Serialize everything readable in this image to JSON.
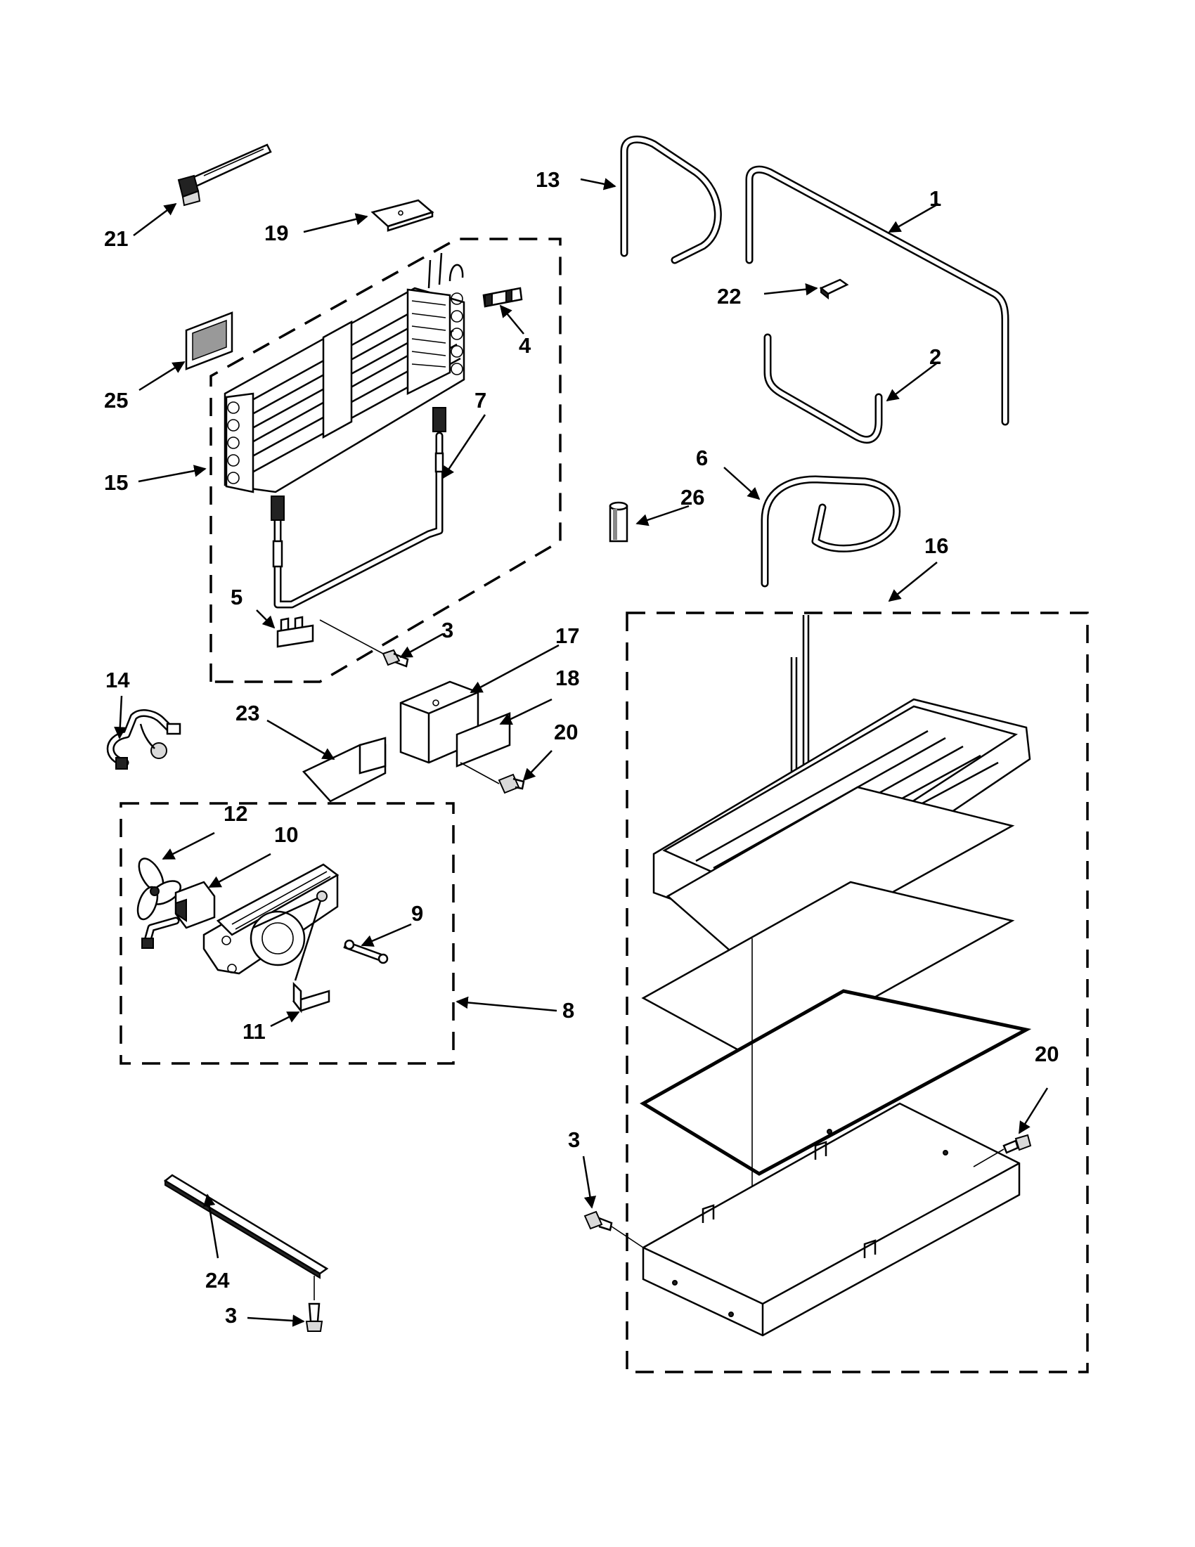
{
  "callouts": [
    {
      "id": "c1",
      "label": "1"
    },
    {
      "id": "c2",
      "label": "2"
    },
    {
      "id": "c3a",
      "label": "3"
    },
    {
      "id": "c3b",
      "label": "3"
    },
    {
      "id": "c3c",
      "label": "3"
    },
    {
      "id": "c4",
      "label": "4"
    },
    {
      "id": "c5",
      "label": "5"
    },
    {
      "id": "c6",
      "label": "6"
    },
    {
      "id": "c7",
      "label": "7"
    },
    {
      "id": "c8",
      "label": "8"
    },
    {
      "id": "c9",
      "label": "9"
    },
    {
      "id": "c10",
      "label": "10"
    },
    {
      "id": "c11",
      "label": "11"
    },
    {
      "id": "c12",
      "label": "12"
    },
    {
      "id": "c13",
      "label": "13"
    },
    {
      "id": "c14",
      "label": "14"
    },
    {
      "id": "c15",
      "label": "15"
    },
    {
      "id": "c16",
      "label": "16"
    },
    {
      "id": "c17",
      "label": "17"
    },
    {
      "id": "c18",
      "label": "18"
    },
    {
      "id": "c19",
      "label": "19"
    },
    {
      "id": "c20a",
      "label": "20"
    },
    {
      "id": "c20b",
      "label": "20"
    },
    {
      "id": "c21",
      "label": "21"
    },
    {
      "id": "c22",
      "label": "22"
    },
    {
      "id": "c23",
      "label": "23"
    },
    {
      "id": "c24",
      "label": "24"
    },
    {
      "id": "c25",
      "label": "25"
    },
    {
      "id": "c26",
      "label": "26"
    }
  ]
}
